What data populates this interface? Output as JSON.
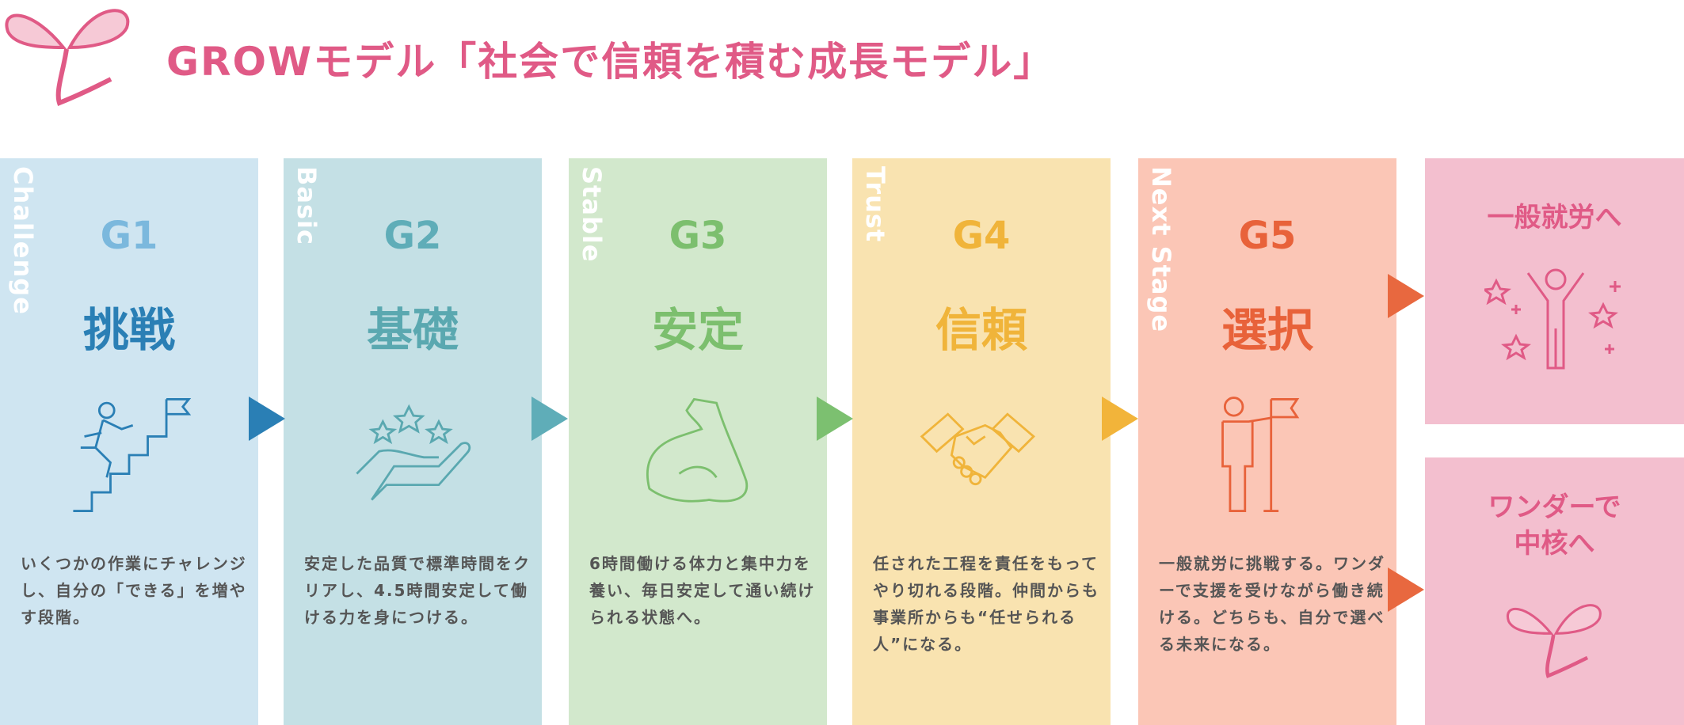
{
  "title": "GROWモデル「社会で信頼を積む成長モデル」",
  "stages": [
    {
      "side": "Challenge",
      "code": "G1",
      "name": "挑戦",
      "desc": "いくつかの作業にチャレンジし、自分の「できる」を増やす段階。",
      "icon": "stairs-flag-icon",
      "bg": "#cfe5f1",
      "g_color": "#7bb8dd",
      "k_color": "#2a7fb5"
    },
    {
      "side": "Basic",
      "code": "G2",
      "name": "基礎",
      "desc": "安定した品質で標準時間をクリアし、4.5時間安定して働ける力を身につける。",
      "icon": "hand-stars-icon",
      "bg": "#c4e0e5",
      "g_color": "#5fadb8",
      "k_color": "#5aa8b0"
    },
    {
      "side": "Stable",
      "code": "G3",
      "name": "安定",
      "desc": "6時間働ける体力と集中力を養い、毎日安定して通い続けられる状態へ。",
      "icon": "muscle-arm-icon",
      "bg": "#d2e8cc",
      "g_color": "#7cbf6e",
      "k_color": "#7cbf6e"
    },
    {
      "side": "Trust",
      "code": "G4",
      "name": "信頼",
      "desc": "任された工程を責任をもってやり切れる段階。仲間からも事業所からも“任せられる人”になる。",
      "icon": "handshake-icon",
      "bg": "#f9e3b0",
      "g_color": "#f0b43a",
      "k_color": "#f0b43a"
    },
    {
      "side": "Next Stage",
      "code": "G5",
      "name": "選択",
      "desc": "一般就労に挑戦する。ワンダーで支援を受けながら働き続ける。どちらも、自分で選べる未来になる。",
      "icon": "person-flag-icon",
      "bg": "#fbc6b6",
      "g_color": "#e8623a",
      "k_color": "#e8623a"
    }
  ],
  "outcomes": [
    {
      "label": "一般就労へ",
      "icon": "celebrating-person-icon"
    },
    {
      "label": "ワンダーで\n中核へ",
      "icon": "sprout-logo-icon"
    }
  ],
  "arrow_colors": [
    "#2a7fb5",
    "#5fadb8",
    "#7cc070",
    "#f2b43a",
    "#e8683f",
    "#e8683f"
  ],
  "accent": "#e05a86"
}
